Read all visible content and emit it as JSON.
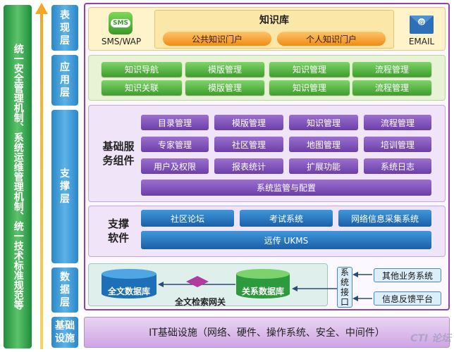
{
  "left_bar": {
    "text": "统一安全管理机制、系统运维管理机制、统一技术标准规范等"
  },
  "layers": {
    "presentation": "表现层",
    "application": "应用层",
    "support": "支撑层",
    "data": "数据层",
    "foundation": "基础设施"
  },
  "presentation": {
    "sms_badge": "SMS",
    "sms_label": "SMS/WAP",
    "knowledge_base_title": "知识库",
    "public_portal": "公共知识门户",
    "personal_portal": "个人知识门户",
    "email_label": "EMAIL"
  },
  "application": {
    "items": [
      "知识导航",
      "模版管理",
      "知识管理",
      "流程管理",
      "知识关联",
      "模版管理",
      "知识管理",
      "流程管理"
    ]
  },
  "basic_components": {
    "title": "基础服务组件",
    "items": [
      "目录管理",
      "模版管理",
      "知识管理",
      "流程管理",
      "专家管理",
      "社区管理",
      "地图管理",
      "培训管理",
      "用户及权限",
      "报表统计",
      "扩展功能",
      "系统日志"
    ],
    "wide": "系统监管与配置"
  },
  "support_software": {
    "title": "支撑软件",
    "items": [
      "社区论坛",
      "考试系统",
      "网络信息采集系统"
    ],
    "wide": "远传 UKMS"
  },
  "data_layer": {
    "fulltext_db": "全文数据库",
    "relational_db": "关系数据库",
    "search_gateway": "全文检索网关",
    "system_interface": "系统接口",
    "other_systems": "其他业务系统",
    "feedback_platform": "信息反馈平台"
  },
  "infrastructure": {
    "text": "IT基础设施（网络、硬件、操作系统、安全、中间件）"
  },
  "watermark": {
    "text": "CTI 论坛"
  }
}
